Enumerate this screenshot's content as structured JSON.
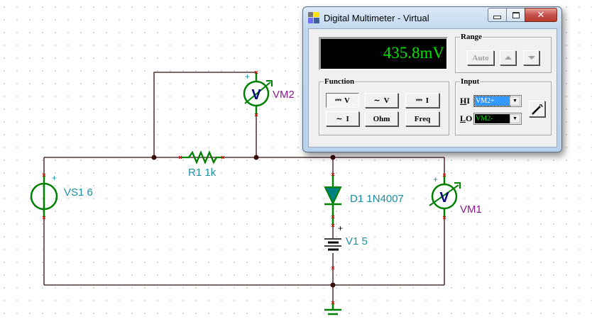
{
  "window": {
    "title": "Digital Multimeter - Virtual",
    "controls": {
      "minimize": "minimize",
      "maximize": "maximize",
      "close": "close"
    }
  },
  "display": {
    "reading": "435.8mV",
    "color": "#00e000"
  },
  "range": {
    "label": "Range",
    "auto_label": "Auto",
    "up_icon": "triangle-up-icon",
    "down_icon": "triangle-down-icon"
  },
  "function": {
    "label": "Function",
    "buttons": [
      {
        "label": "V",
        "icon": "dc-icon",
        "selected": true
      },
      {
        "label": "V",
        "icon": "ac-icon",
        "selected": false
      },
      {
        "label": "I",
        "icon": "dc-icon",
        "selected": false
      },
      {
        "label": "I",
        "icon": "ac-icon",
        "selected": false
      },
      {
        "label": "Ohm",
        "icon": "",
        "selected": false
      },
      {
        "label": "Freq",
        "icon": "",
        "selected": false
      }
    ]
  },
  "input": {
    "label": "Input",
    "hi_label": "HI",
    "lo_label": "LO",
    "hi_value": "VM2+",
    "lo_value": "VM2-",
    "probe_icon": "probe-icon"
  },
  "schematic": {
    "components": {
      "vs1": {
        "name": "VS1",
        "value": "6",
        "plus": "+"
      },
      "r1": {
        "name": "R1",
        "value": "1k"
      },
      "vm2": {
        "name": "VM2",
        "symbol": "V",
        "plus": "+"
      },
      "vm1": {
        "name": "VM1",
        "symbol": "V",
        "plus": "+"
      },
      "d1": {
        "name": "D1",
        "value": "1N4007"
      },
      "v1": {
        "name": "V1",
        "value": "5",
        "plus": "+"
      }
    },
    "colors": {
      "wire": "#3a0a0a",
      "component": "#008000",
      "label": "#1a8fa0",
      "meter_label": "#8b1a8b",
      "meter_symbol": "#000080",
      "pin": "#e00000"
    }
  }
}
